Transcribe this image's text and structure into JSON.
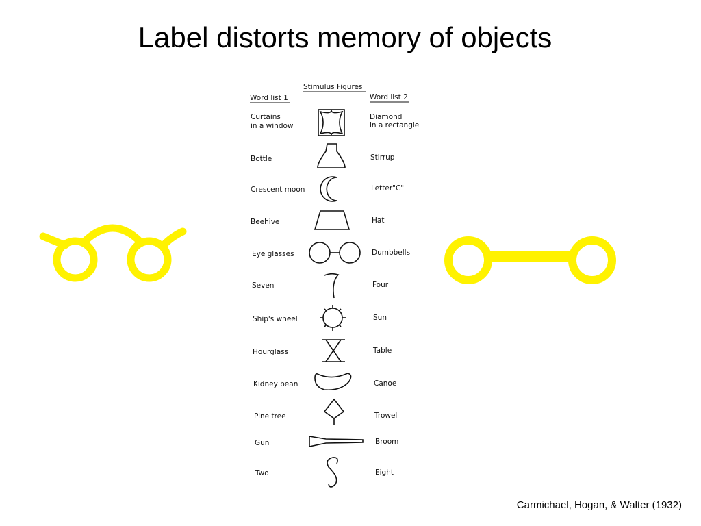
{
  "slide": {
    "title": "Label distorts memory of objects",
    "citation": "Carmichael, Hogan, & Walter (1932)"
  },
  "figure": {
    "header": "Stimulus Figures",
    "list1_header": "Word list 1",
    "list2_header": "Word list 2",
    "rows": [
      {
        "list1": [
          "Curtains",
          "in a window"
        ],
        "figure": "curtains-window-icon",
        "list2": [
          "Diamond",
          "in a rectangle"
        ]
      },
      {
        "list1": [
          "Bottle"
        ],
        "figure": "bottle-icon",
        "list2": [
          "Stirrup"
        ]
      },
      {
        "list1": [
          "Crescent moon"
        ],
        "figure": "crescent-icon",
        "list2": [
          "Letter\"C\""
        ]
      },
      {
        "list1": [
          "Beehive"
        ],
        "figure": "beehive-icon",
        "list2": [
          "Hat"
        ]
      },
      {
        "list1": [
          "Eye glasses"
        ],
        "figure": "eyeglasses-icon",
        "list2": [
          "Dumbbells"
        ]
      },
      {
        "list1": [
          "Seven"
        ],
        "figure": "seven-icon",
        "list2": [
          "Four"
        ]
      },
      {
        "list1": [
          "Ship's wheel"
        ],
        "figure": "ships-wheel-icon",
        "list2": [
          "Sun"
        ]
      },
      {
        "list1": [
          "Hourglass"
        ],
        "figure": "hourglass-icon",
        "list2": [
          "Table"
        ]
      },
      {
        "list1": [
          "Kidney bean"
        ],
        "figure": "kidney-bean-icon",
        "list2": [
          "Canoe"
        ]
      },
      {
        "list1": [
          "Pine tree"
        ],
        "figure": "pine-tree-icon",
        "list2": [
          "Trowel"
        ]
      },
      {
        "list1": [
          "Gun"
        ],
        "figure": "gun-icon",
        "list2": [
          "Broom"
        ]
      },
      {
        "list1": [
          "Two"
        ],
        "figure": "two-icon",
        "list2": [
          "Eight"
        ]
      }
    ]
  },
  "drawings": {
    "left": "eyeglasses-drawing-icon",
    "right": "dumbbells-drawing-icon",
    "color": "#FFF200"
  }
}
